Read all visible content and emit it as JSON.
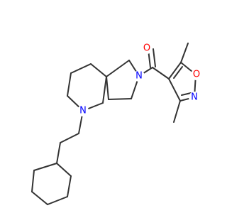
{
  "molecule": {
    "atoms": {
      "O_carbonyl": {
        "symbol": "O",
        "color": "#ff0000"
      },
      "N_pyrrolidine": {
        "symbol": "N",
        "color": "#0000ff"
      },
      "N_piperidine": {
        "symbol": "N",
        "color": "#0000ff"
      },
      "O_isoxazole": {
        "symbol": "O",
        "color": "#ff0000"
      },
      "N_isoxazole": {
        "symbol": "N",
        "color": "#0000ff"
      }
    },
    "bond_color": "#333333",
    "background": "#ffffff"
  }
}
